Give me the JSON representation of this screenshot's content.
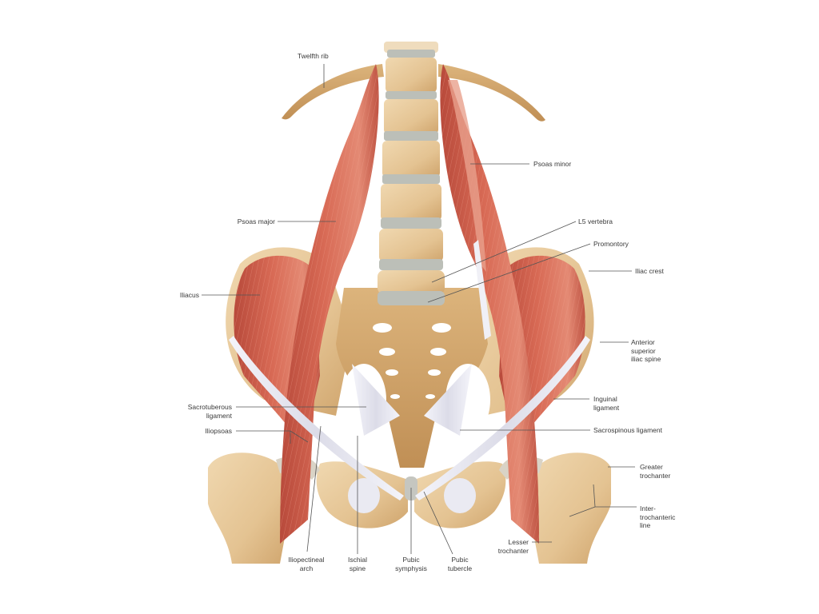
{
  "figure": {
    "title": "Iliopsoas and pelvic region, anterior view",
    "colors": {
      "muscle": "#d2644f",
      "muscle_dark": "#b2473a",
      "muscle_light": "#e8907a",
      "bone": "#e6c79a",
      "bone_dark": "#c9a06a",
      "disc": "#b9bcb6",
      "ligament": "#e9e9f1",
      "label_text": "#3a3a3a",
      "leader_line": "#555555"
    }
  },
  "labels": [
    {
      "id": "twelfth-rib",
      "text": "Twelfth rib"
    },
    {
      "id": "psoas-minor",
      "text": "Psoas minor"
    },
    {
      "id": "psoas-major",
      "text": "Psoas major"
    },
    {
      "id": "l5-vertebra",
      "text": "L5 vertebra"
    },
    {
      "id": "promontory",
      "text": "Promontory"
    },
    {
      "id": "iliac-crest",
      "text": "Iliac crest"
    },
    {
      "id": "iliacus",
      "text": "Iliacus"
    },
    {
      "id": "anterior-superior-iliac-spine",
      "text": "Anterior\nsuperior\niliac spine"
    },
    {
      "id": "inguinal-ligament",
      "text": "Inguinal\nligament"
    },
    {
      "id": "sacrotuberous-ligament",
      "text": "Sacrotuberous\nligament"
    },
    {
      "id": "sacrospinous-ligament",
      "text": "Sacrospinous ligament"
    },
    {
      "id": "iliopsoas",
      "text": "Iliopsoas"
    },
    {
      "id": "greater-trochanter",
      "text": "Greater\ntrochanter"
    },
    {
      "id": "intertrochanteric-line",
      "text": "Inter-\ntrochanteric\nline"
    },
    {
      "id": "lesser-trochanter",
      "text": "Lesser\ntrochanter"
    },
    {
      "id": "iliopectineal-arch",
      "text": "Iliopectineal\narch"
    },
    {
      "id": "ischial-spine",
      "text": "Ischial\nspine"
    },
    {
      "id": "pubic-symphysis",
      "text": "Pubic\nsymphysis"
    },
    {
      "id": "pubic-tubercle",
      "text": "Pubic\ntubercle"
    }
  ]
}
